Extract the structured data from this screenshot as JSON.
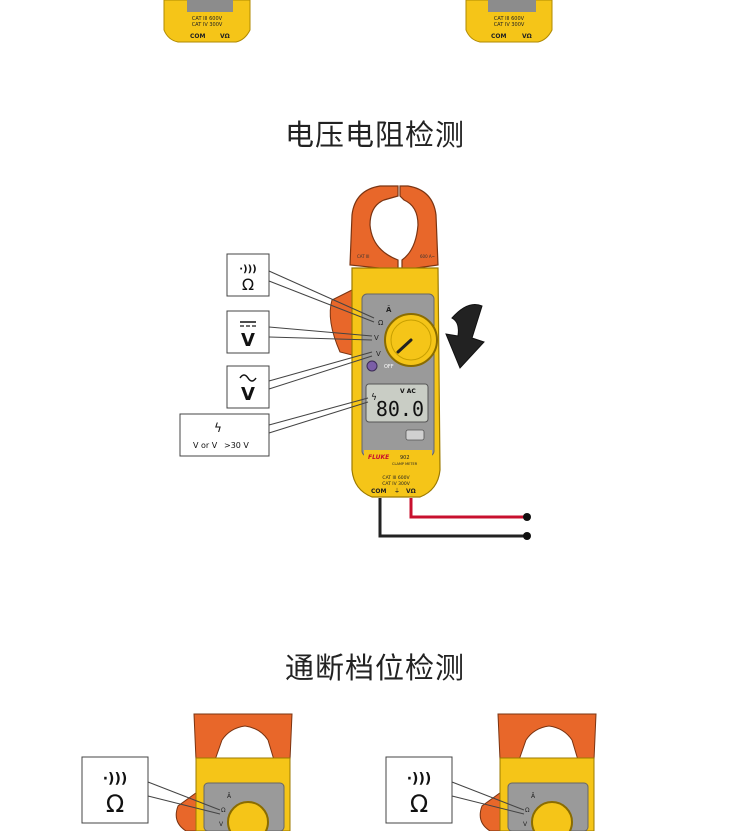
{
  "sections": [
    {
      "title": "电压电阻检测"
    },
    {
      "title": "通断档位检测"
    }
  ],
  "meter": {
    "display_value": "80.0",
    "display_unit": "V AC",
    "brand": "FLUKE",
    "model": "902",
    "model_sub": "CLAMP METER",
    "off_label": "OFF",
    "com_label": "COM",
    "v_ohm_label": "VΩ",
    "cat_line1": "CAT III 600V",
    "cat_line2": "CAT IV 300V"
  },
  "callouts": {
    "continuity_symbol": "·)))",
    "ohm_symbol": "Ω",
    "vdc_symbol": "V",
    "vac_symbol": "V",
    "live_note": ">30 V",
    "live_prefix": "V or V"
  },
  "colors": {
    "meter_yellow": "#f5c518",
    "jaw_orange": "#e8672a",
    "panel_gray": "#9a9a9a",
    "lead_red": "#c8102e",
    "lead_black": "#222222"
  }
}
